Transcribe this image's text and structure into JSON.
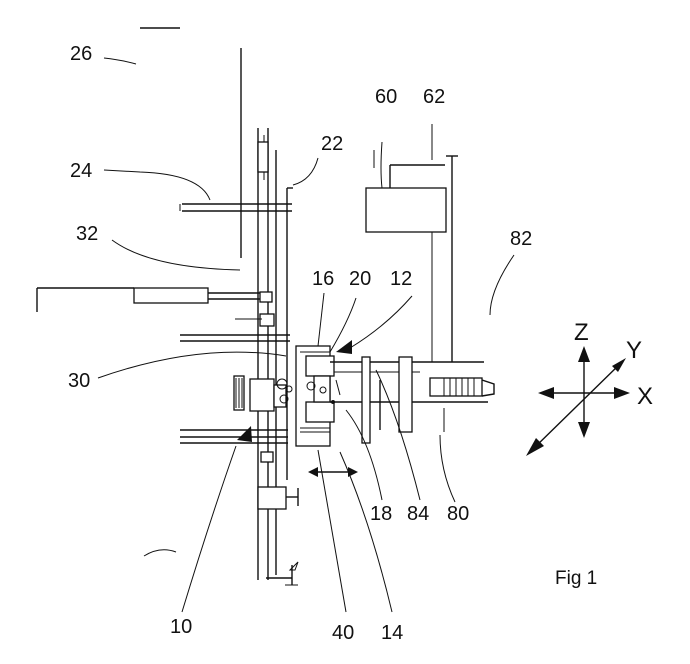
{
  "figure": {
    "caption": "Fig 1",
    "labels": {
      "l26": "26",
      "l24": "24",
      "l32": "32",
      "l22": "22",
      "l60": "60",
      "l62": "62",
      "l82": "82",
      "l16": "16",
      "l20": "20",
      "l12": "12",
      "l30": "30",
      "l10": "10",
      "l40": "40",
      "l14": "14",
      "l18": "18",
      "l84": "84",
      "l80": "80"
    },
    "axes": {
      "z": "Z",
      "y": "Y",
      "x": "X"
    }
  }
}
